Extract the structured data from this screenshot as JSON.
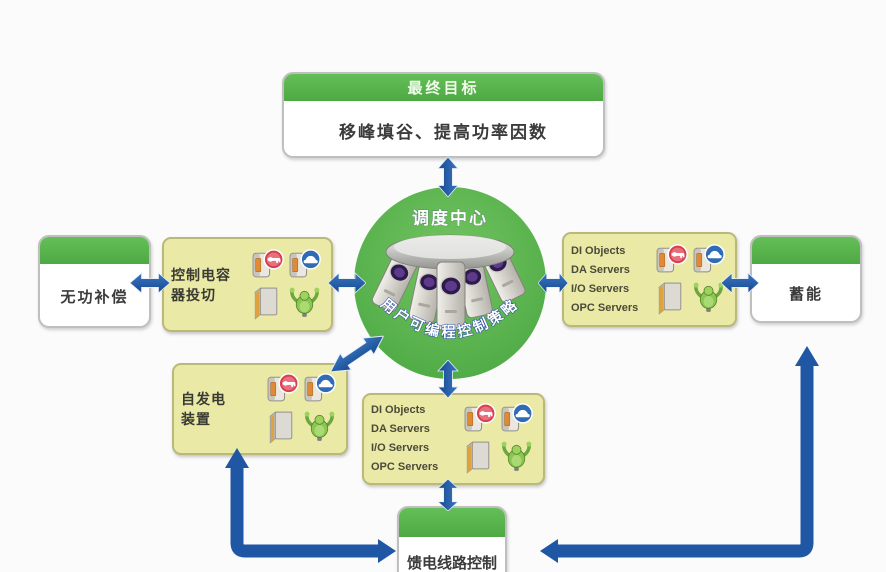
{
  "page": {
    "background": "#fbfbfb"
  },
  "colors": {
    "green_header": "#55b44b",
    "circle_green": "#55b44b",
    "yellow_panel": "#eaeaa6",
    "arrow_blue": "#1f57a4",
    "label_text": "#3b3b3b"
  },
  "goal_box": {
    "header": "最终目标",
    "body": "移峰填谷、提高功率因数"
  },
  "center_circle": {
    "title": "调度中心",
    "curved_label": "用户可编程控制策略"
  },
  "nodes": {
    "reactive_comp": {
      "label": "无功补偿"
    },
    "storage": {
      "label": "蓄能"
    },
    "feeder_control": {
      "label": "馈电线路控制"
    },
    "cap_switching": {
      "label": "控制电容器投切"
    },
    "self_generation": {
      "label": "自发电装置"
    }
  },
  "server_panels": {
    "right": {
      "lines": [
        "DI Objects",
        "DA Servers",
        "I/O Servers",
        "OPC Servers"
      ]
    },
    "bottom": {
      "lines": [
        "DI Objects",
        "DA Servers",
        "I/O Servers",
        "OPC Servers"
      ]
    }
  },
  "icons": {
    "device_red": "io-device-red-badge-icon",
    "device_blue": "io-device-blue-badge-icon",
    "archive_box": "archive-box-icon",
    "green_agent": "green-agent-icon"
  }
}
